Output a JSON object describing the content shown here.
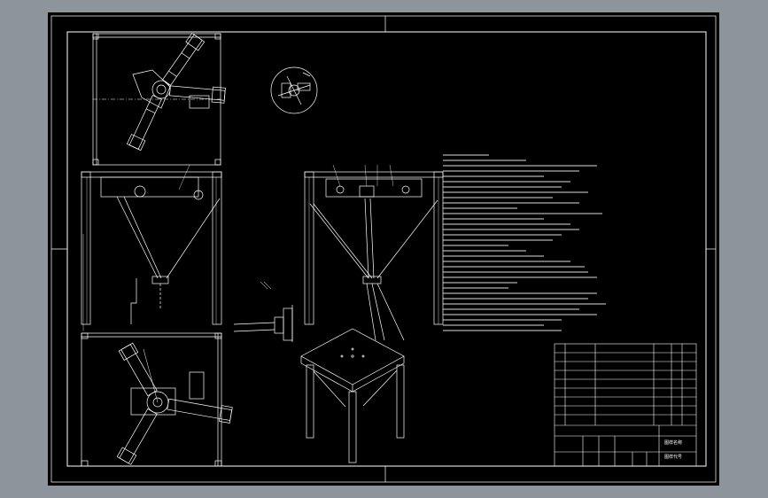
{
  "viewport": {
    "background": "#8d949c",
    "sheet_color": "#000000",
    "line_color": "#ffffff"
  },
  "views": [
    {
      "name": "top-plan-view"
    },
    {
      "name": "front-elevation-view"
    },
    {
      "name": "side-elevation-view"
    },
    {
      "name": "bottom-plan-view"
    },
    {
      "name": "isometric-frame-view"
    },
    {
      "name": "detail-circle-view"
    },
    {
      "name": "gripper-detail-view"
    }
  ],
  "title_block": {
    "name_cell": "图样名称",
    "drawing_no": "图样代号"
  }
}
